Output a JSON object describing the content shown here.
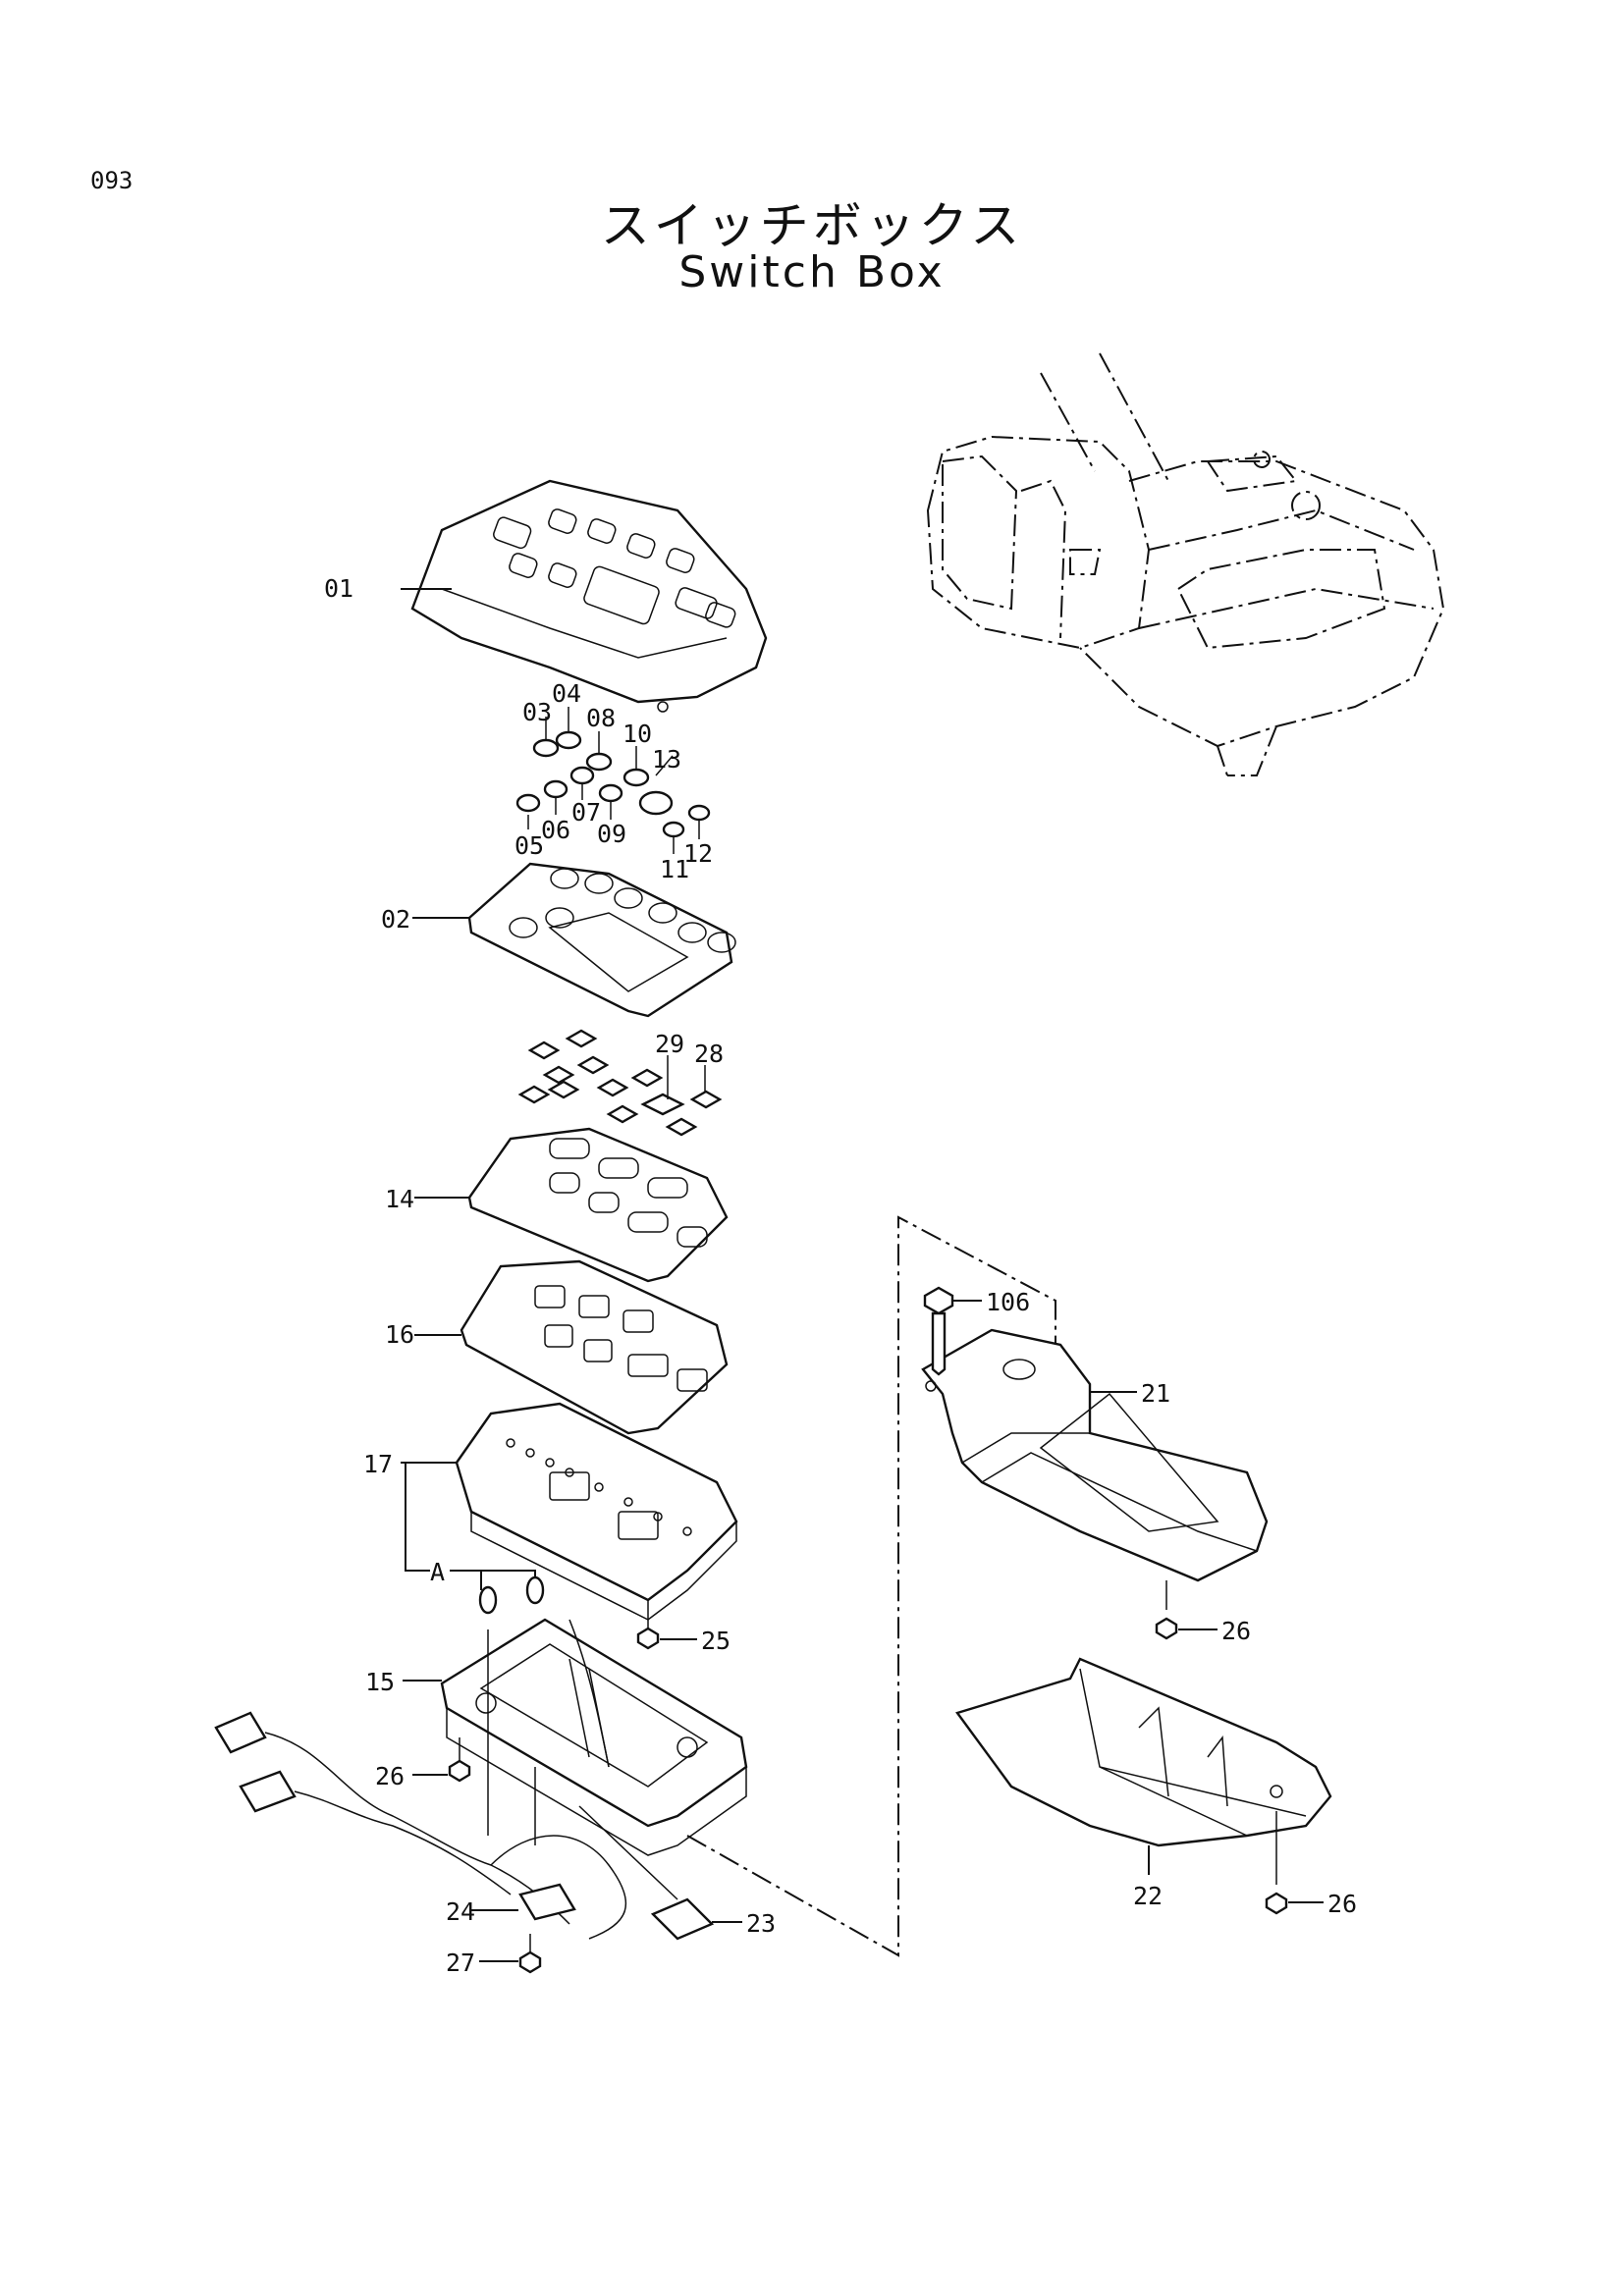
{
  "page": {
    "number": "093"
  },
  "title": {
    "ja": "スイッチボックス",
    "en": "Switch Box"
  },
  "callouts": {
    "p01": "01",
    "p02": "02",
    "p03": "03",
    "p04": "04",
    "p05": "05",
    "p06": "06",
    "p07": "07",
    "p08": "08",
    "p09": "09",
    "p10": "10",
    "p11": "11",
    "p12": "12",
    "p13": "13",
    "p14": "14",
    "p15": "15",
    "p16": "16",
    "p17": "17",
    "pA": "A",
    "p21": "21",
    "p22": "22",
    "p23": "23",
    "p24": "24",
    "p25": "25",
    "p26a": "26",
    "p26b": "26",
    "p26c": "26",
    "p27": "27",
    "p28": "28",
    "p29": "29",
    "p106": "106"
  }
}
